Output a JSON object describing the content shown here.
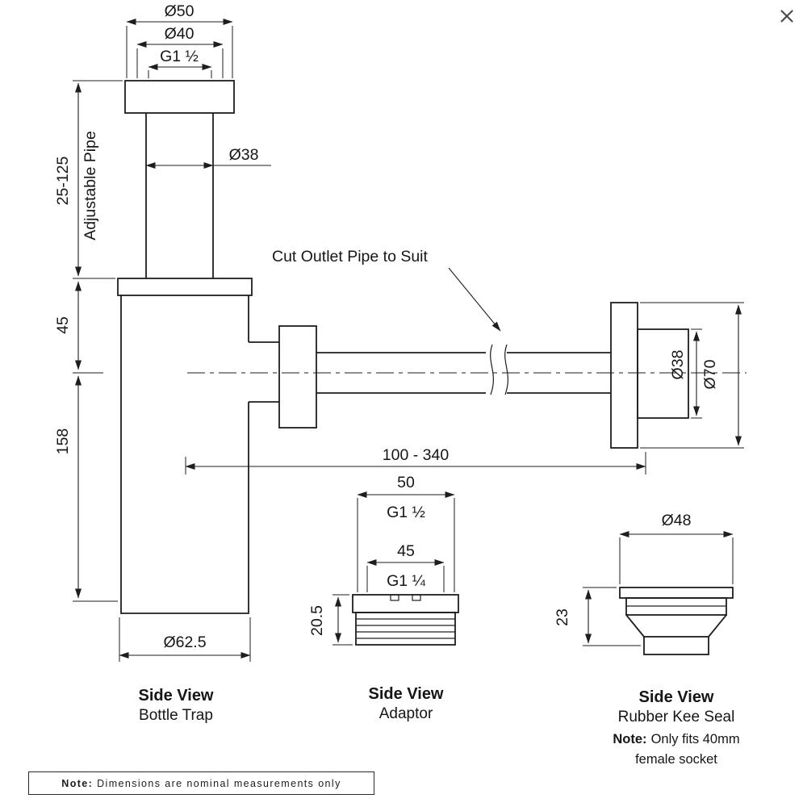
{
  "window": {
    "close_label": "close"
  },
  "drawing": {
    "bottle_trap": {
      "dims": {
        "d50": "Ø50",
        "d40": "Ø40",
        "g1_half": "G1 ½",
        "adjustable_pipe": "Adjustable Pipe",
        "range_25_125": "25-125",
        "d38_vertical": "Ø38",
        "h45": "45",
        "h158": "158",
        "d62_5": "Ø62.5",
        "length_100_340": "100 - 340",
        "d38_outlet": "Ø38",
        "d70": "Ø70"
      },
      "annotation": "Cut Outlet Pipe to Suit",
      "caption": {
        "title": "Side View",
        "subtitle": "Bottle Trap"
      }
    },
    "adaptor": {
      "dims": {
        "w50": "50",
        "g1_half": "G1 ½",
        "w45": "45",
        "g1_quarter": "G1 ¼",
        "h20_5": "20.5"
      },
      "caption": {
        "title": "Side View",
        "subtitle": "Adaptor"
      }
    },
    "kee_seal": {
      "dims": {
        "d48": "Ø48",
        "h23": "23"
      },
      "caption": {
        "title": "Side View",
        "subtitle": "Rubber Kee Seal"
      },
      "note": {
        "bold": "Note:",
        "line1": "Only fits 40mm",
        "line2": "female socket"
      }
    }
  },
  "footer": {
    "note_bold": "Note:",
    "note_text": " Dimensions are nominal measurements only"
  }
}
